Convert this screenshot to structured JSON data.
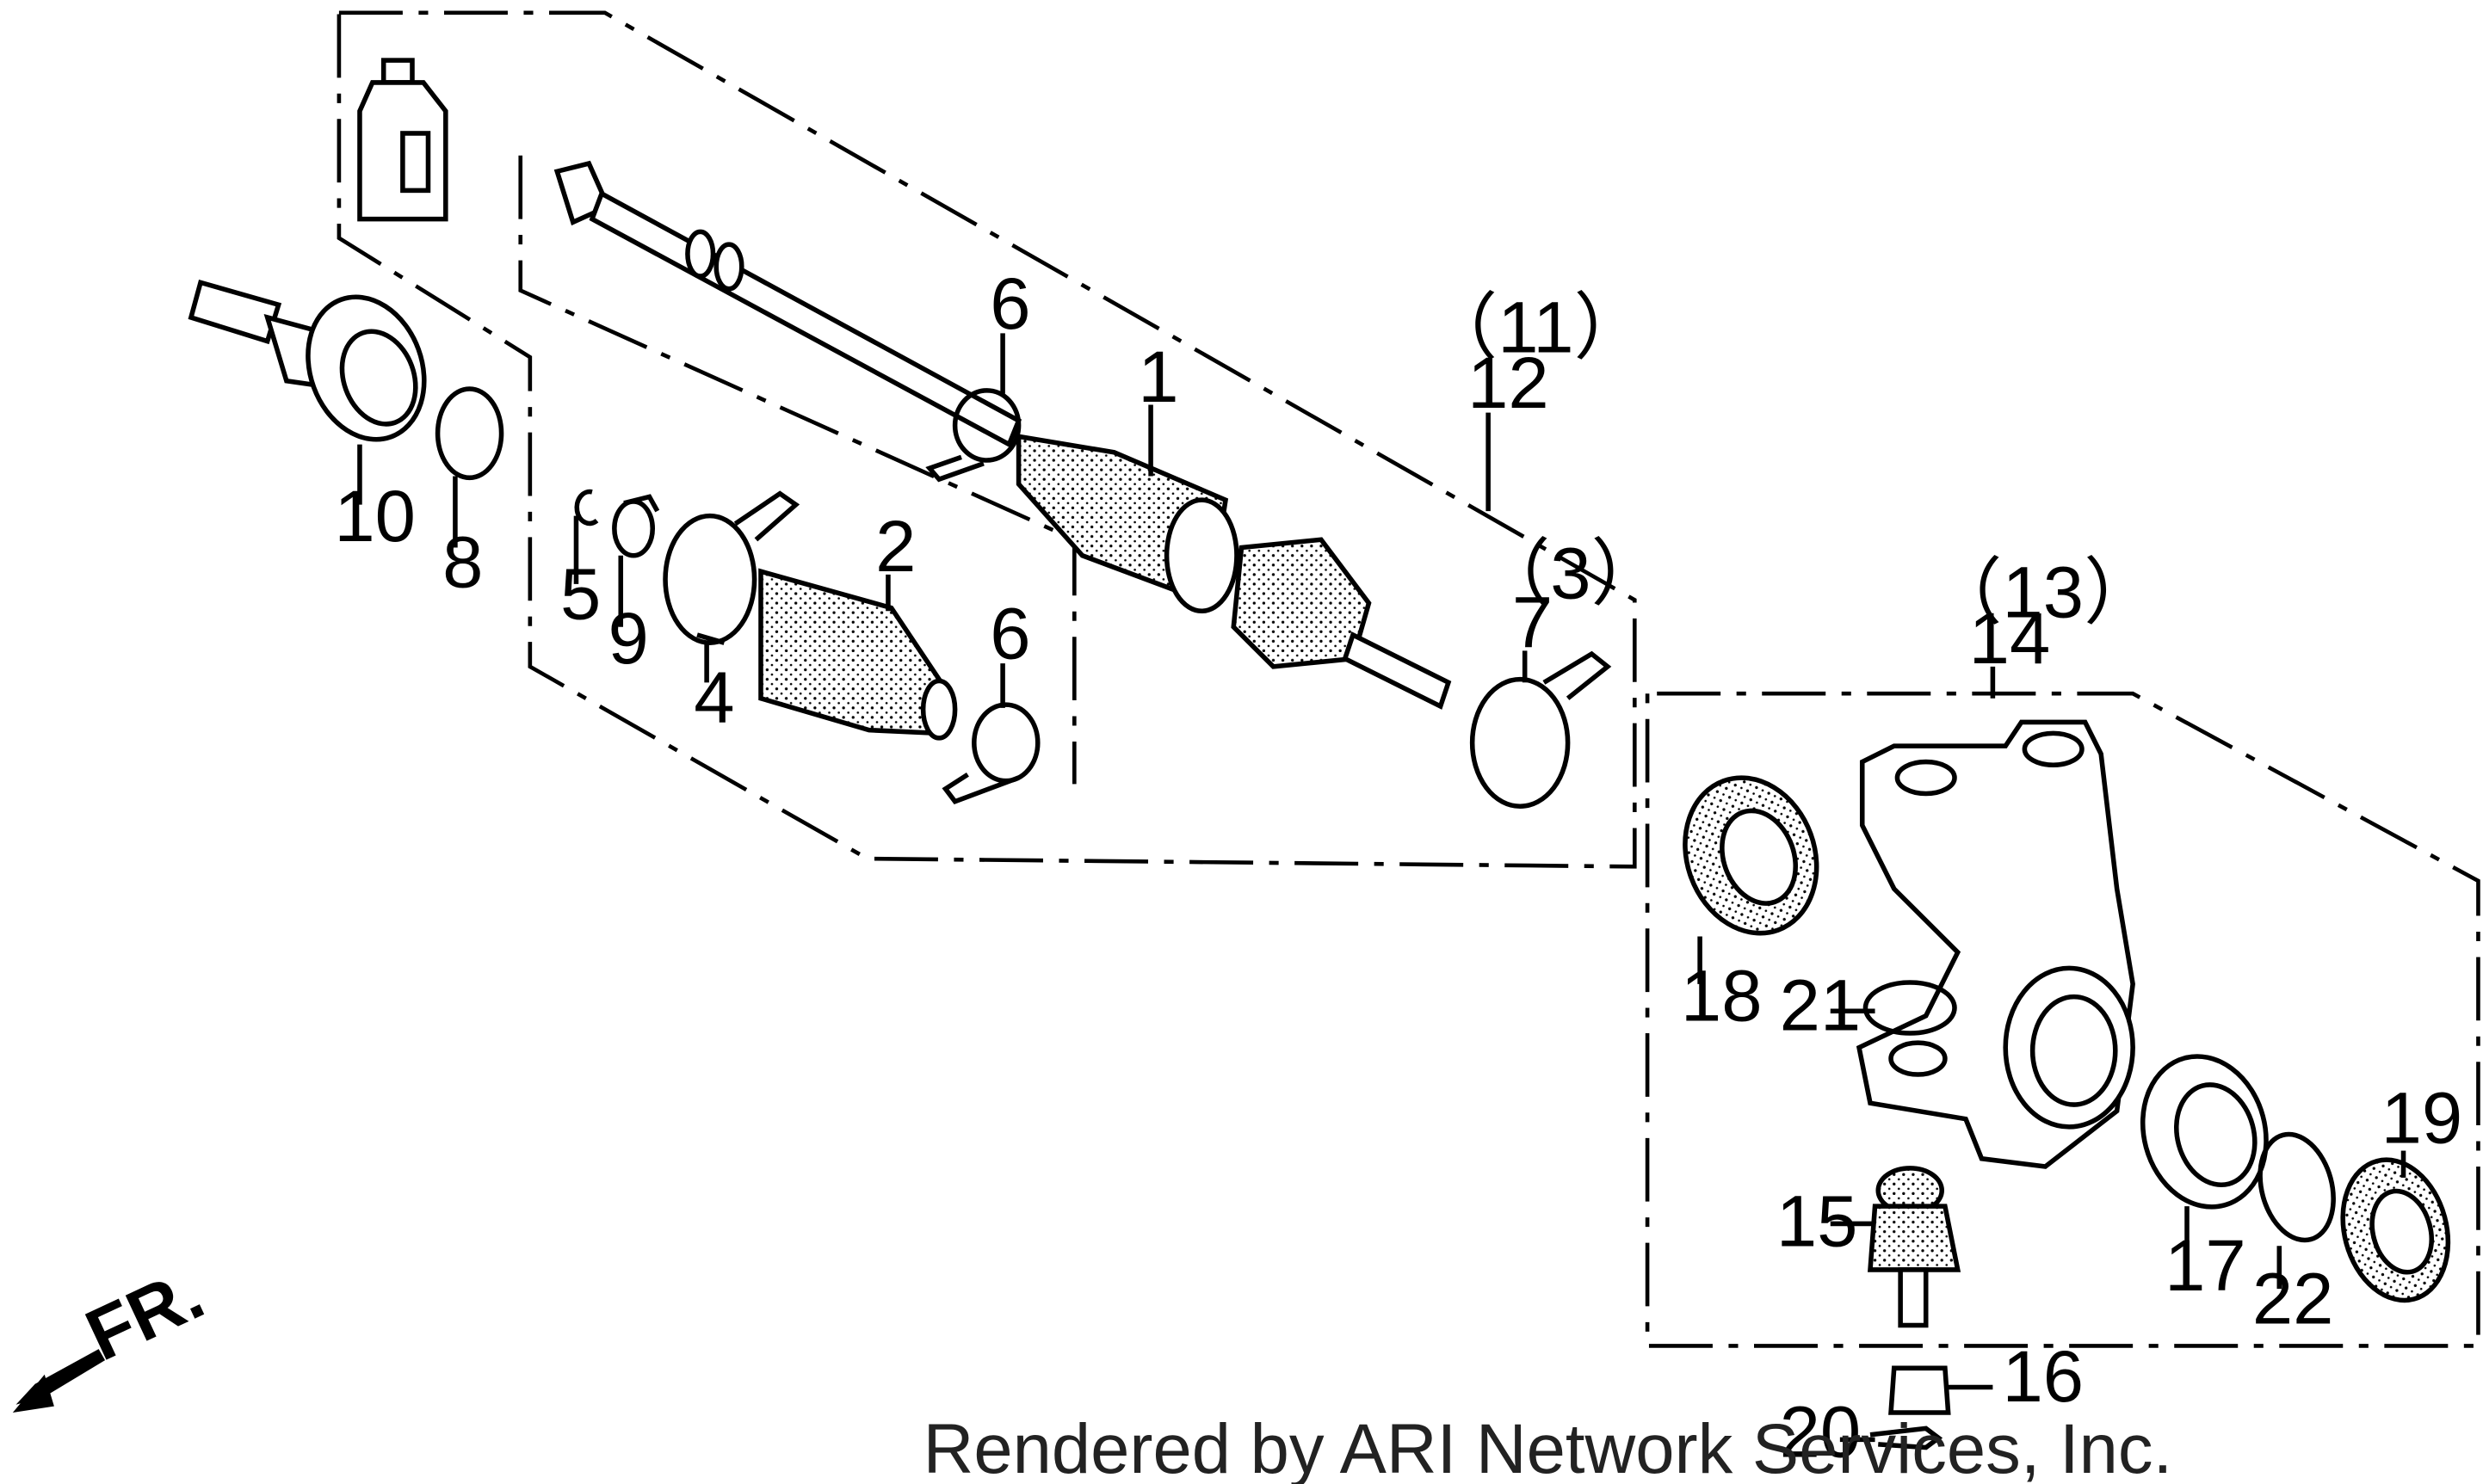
{
  "diagram": {
    "callouts": {
      "c1": "1",
      "c2": "2",
      "c3": "（3）",
      "c4": "4",
      "c5": "5",
      "c6a": "6",
      "c6b": "6",
      "c7": "7",
      "c8": "8",
      "c9": "9",
      "c10": "10",
      "c11": "（11）",
      "c12": "12",
      "c13": "（13）",
      "c14": "14",
      "c15": "15",
      "c16": "16",
      "c17": "17",
      "c18": "18",
      "c19": "19",
      "c20": "20",
      "c21": "21",
      "c22": "22"
    },
    "front_label": "FR.",
    "credit": "Rendered by ARI Network Services, Inc."
  }
}
